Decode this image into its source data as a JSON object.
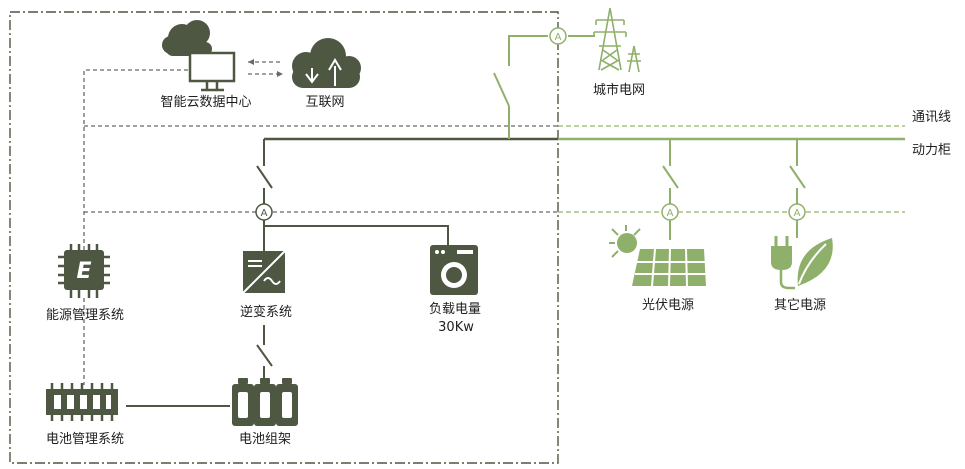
{
  "labels": {
    "cloud_center": "智能云数据中心",
    "internet": "互联网",
    "city_grid": "城市电网",
    "comm_line": "通讯线",
    "power_cabinet": "动力柜",
    "ems": "能源管理系统",
    "inverter": "逆变系统",
    "load_name": "负载电量",
    "load_value": "30Kw",
    "pv": "光伏电源",
    "other_power": "其它电源",
    "bms": "电池管理系统",
    "battery_rack": "电池组架",
    "ammeter_symbol": "A",
    "ems_chip_letter": "E"
  },
  "colors": {
    "dark": "#4d5742",
    "green": "#8fb06a",
    "light_green": "#a6c283",
    "dash": "#6b6b62",
    "text": "#1e1e1e"
  }
}
